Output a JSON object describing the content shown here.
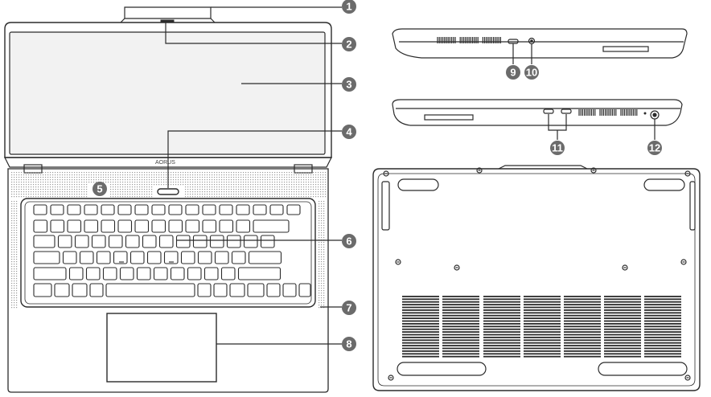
{
  "diagram": {
    "brand_mark": "AORUS",
    "callouts": [
      {
        "id": "c1",
        "label": "1"
      },
      {
        "id": "c2",
        "label": "2"
      },
      {
        "id": "c3",
        "label": "3"
      },
      {
        "id": "c4",
        "label": "4"
      },
      {
        "id": "c5",
        "label": "5"
      },
      {
        "id": "c6",
        "label": "6"
      },
      {
        "id": "c7",
        "label": "7"
      },
      {
        "id": "c8",
        "label": "8"
      },
      {
        "id": "c9",
        "label": "9"
      },
      {
        "id": "c10",
        "label": "10"
      },
      {
        "id": "c11",
        "label": "11"
      },
      {
        "id": "c12",
        "label": "12"
      }
    ],
    "colors": {
      "callout_fill": "#6b6b6b",
      "outline": "#2b2b2b",
      "screen_fill": "#f2f2f2"
    }
  }
}
